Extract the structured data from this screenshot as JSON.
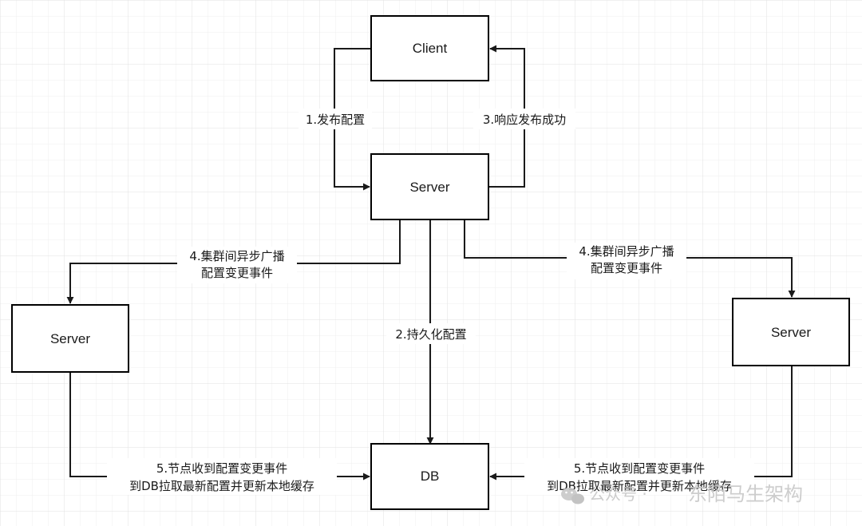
{
  "nodes": {
    "client": "Client",
    "server_center": "Server",
    "server_left": "Server",
    "server_right": "Server",
    "db": "DB"
  },
  "edges": {
    "publish": "1.发布配置",
    "persist": "2.持久化配置",
    "respond": "3.响应发布成功",
    "broadcast_left": [
      "4.集群间异步广播",
      "配置变更事件"
    ],
    "broadcast_right": [
      "4.集群间异步广播",
      "配置变更事件"
    ],
    "pull_left": [
      "5.节点收到配置变更事件",
      "到DB拉取最新配置并更新本地缓存"
    ],
    "pull_right": [
      "5.节点收到配置变更事件",
      "到DB拉取最新配置并更新本地缓存"
    ]
  },
  "watermark": {
    "prefix": "公众号 · ",
    "name": "东陌马生架构"
  },
  "colors": {
    "grid": "#e6e6e6",
    "stroke": "#1a1a1a",
    "watermark": "#c8c8c8"
  }
}
